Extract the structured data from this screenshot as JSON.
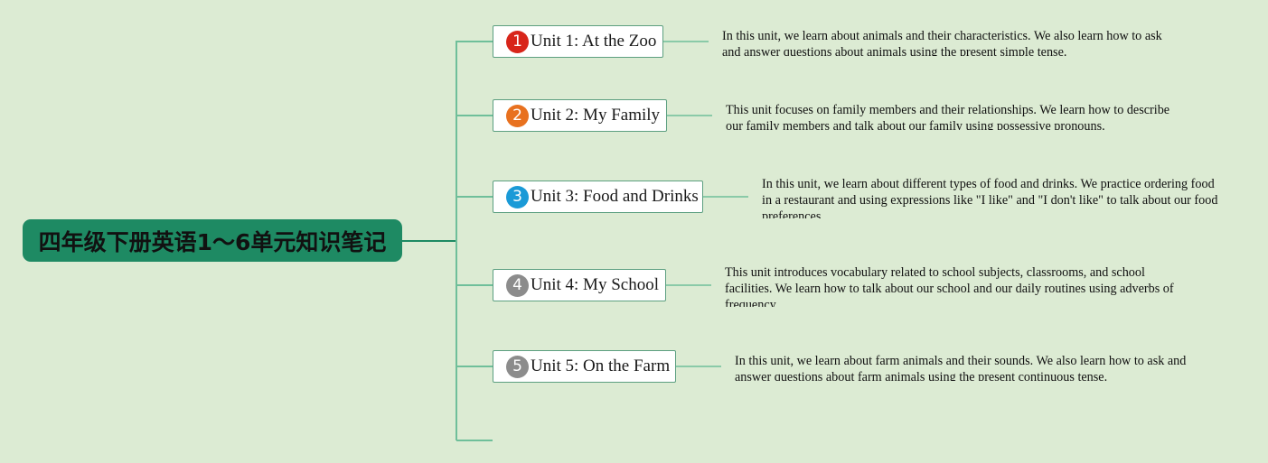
{
  "title": "四年级下册英语1～6单元知识笔记",
  "colors": {
    "background": "#dcebd3",
    "root": "#1e8a63",
    "connector": "#1e8a63",
    "branch_line": "#6fbf9a"
  },
  "units": [
    {
      "number": "1",
      "badge_color": "#d8251a",
      "label": "Unit 1: At the Zoo",
      "description": "In this unit, we learn about animals and their characteristics. We also learn how to ask and answer questions about animals using the present simple tense."
    },
    {
      "number": "2",
      "badge_color": "#e8711f",
      "label": "Unit 2: My Family",
      "description": "This unit focuses on family members and their relationships. We learn how to describe our family members and talk about our family using possessive pronouns."
    },
    {
      "number": "3",
      "badge_color": "#1a9ad7",
      "label": "Unit 3: Food and Drinks",
      "description": "In this unit, we learn about different types of food and drinks. We practice ordering food in a restaurant and using expressions like \"I like\" and \"I don't like\" to talk about our food preferences."
    },
    {
      "number": "4",
      "badge_color": "#8c8c8c",
      "label": "Unit 4: My School",
      "description": "This unit introduces vocabulary related to school subjects, classrooms, and school facilities. We learn how to talk about our school and our daily routines using adverbs of frequency."
    },
    {
      "number": "5",
      "badge_color": "#8c8c8c",
      "label": "Unit 5: On the Farm",
      "description": "In this unit, we learn about farm animals and their sounds. We also learn how to ask and answer questions about farm animals using the present continuous tense."
    }
  ]
}
